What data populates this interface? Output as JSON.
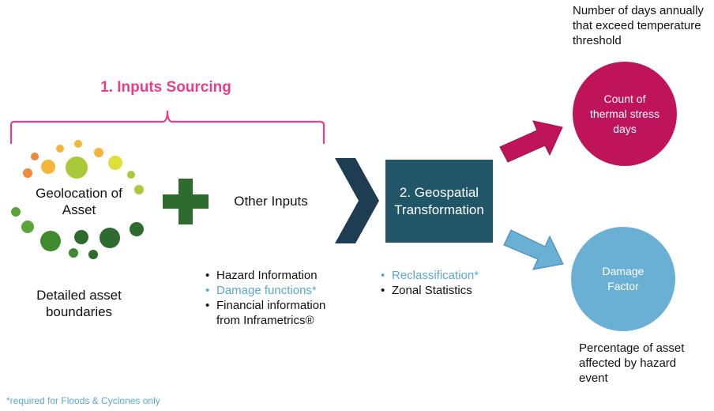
{
  "inputs_sourcing": {
    "title": "1. Inputs Sourcing"
  },
  "geolocation": {
    "label_line1": "Geolocation of",
    "label_line2": "Asset",
    "detail_line1": "Detailed asset",
    "detail_line2": "boundaries"
  },
  "other_inputs": {
    "label": "Other Inputs",
    "items": [
      {
        "text": "Hazard Information"
      },
      {
        "text": "Damage functions*"
      },
      {
        "text": "Financial information from Inframetrics®"
      }
    ]
  },
  "geospatial": {
    "title_line1": "2. Geospatial",
    "title_line2": "Transformation",
    "items": [
      {
        "text": "Reclassification*"
      },
      {
        "text": "Zonal Statistics"
      }
    ]
  },
  "thermal": {
    "note": "Number of days annually that exceed temperature threshold",
    "circle_label": "Count of thermal stress days"
  },
  "damage": {
    "circle_label": "Damage Factor",
    "note": "Percentage of asset affected by hazard event"
  },
  "footnote": "*required for Floods & Cyclones only",
  "colors": {
    "accent_pink": "#e83e8c",
    "thermal_magenta": "#c0145a",
    "damage_blue": "#6aafd4",
    "geo_box_teal": "#215669",
    "plus_green": "#2e6b2e",
    "highlight_text_blue": "#5aa8d0"
  },
  "icons": [
    "dot-cluster-icon",
    "plus-icon",
    "chevron-right-icon",
    "arrow-up-right-icon",
    "arrow-down-right-icon"
  ]
}
